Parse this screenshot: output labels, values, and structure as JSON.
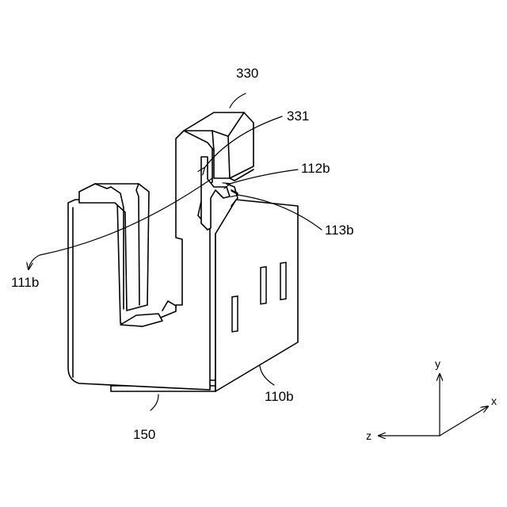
{
  "diagram": {
    "labels": {
      "ref_330": "330",
      "ref_331": "331",
      "ref_112b": "112b",
      "ref_113b": "113b",
      "ref_111b": "111b",
      "ref_110b": "110b",
      "ref_150": "150"
    },
    "axes": {
      "x": "x",
      "y": "y",
      "z": "z"
    }
  }
}
